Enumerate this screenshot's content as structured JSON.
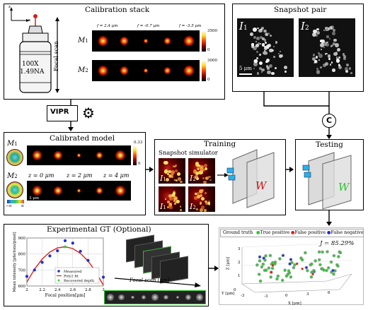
{
  "calibration": {
    "title": "Calibration stack",
    "objective_mag": "100X",
    "objective_na": "1.49NA",
    "focal_scan_label": "Focal scan",
    "axis_z": "z",
    "axis_x": "x",
    "f_labels": [
      "f = 2.4 μm",
      "f = -0.7 μm",
      "f = -3.5 μm"
    ],
    "m1": "M",
    "m1_sub": "1",
    "m2": "M",
    "m2_sub": "2",
    "cbar1_max": "3500",
    "cbar1_min": "0",
    "cbar2_max": "3000",
    "cbar2_min": "0"
  },
  "snapshot": {
    "title": "Snapshot pair",
    "i1": "I",
    "i1_sub": "1",
    "i2": "I",
    "i2_sub": "2",
    "scale": "5 μm"
  },
  "vipr_label": "VIPR",
  "combine_symbol": "C",
  "calibrated": {
    "title": "Calibrated model",
    "m1": "M",
    "m1_sub": "1",
    "m2": "M",
    "m2_sub": "2",
    "cbar_max": "0.33",
    "cbar_min": "0",
    "z_labels": [
      "z = 0 μm",
      "z = 2 μm",
      "z = 4 μm"
    ],
    "scale": "3 μm",
    "phase_min": "−π",
    "phase_max": "π"
  },
  "training": {
    "title": "Training",
    "simulator_label": "Snapshot simulator",
    "w_label": "W",
    "i1": "I",
    "i2": "I",
    "s1": "1",
    "s2": "2"
  },
  "testing": {
    "title": "Testing",
    "w_label": "W"
  },
  "gt": {
    "title": "Experimental GT (Optional)",
    "focal_scan_label": "Focal scan [μm]"
  },
  "results": {
    "legend": [
      "Ground truth",
      "True positive",
      "False positive",
      "False negative"
    ],
    "jaccard": "J = 85.29%",
    "z_label": "Z [μm]",
    "y_label": "Y [μm]",
    "x_label": "X [μm]",
    "z_ticks": [
      "3",
      "2",
      "1"
    ],
    "y_ticks": [
      "0",
      "-3"
    ],
    "x_ticks": [
      "-3",
      "0",
      "3",
      "6"
    ]
  },
  "colors": {
    "red_series": "#e0201a",
    "blue_points": "#1a2fd6",
    "green_points": "#34c23a",
    "w_red": "#d01010",
    "w_green": "#30c030"
  },
  "chart_data": {
    "type": "scatter",
    "title": "",
    "xlabel": "Focal position[μm]",
    "ylabel": "Mean intensity [photons/pixel]",
    "xlim": [
      2,
      3
    ],
    "ylim": [
      600,
      900
    ],
    "x_ticks": [
      "2",
      "2.2",
      "2.4",
      "2.6",
      "2.8",
      "3"
    ],
    "y_ticks": [
      "600",
      "700",
      "800",
      "900"
    ],
    "series": [
      {
        "name": "Measured",
        "x": [
          2.0,
          2.1,
          2.2,
          2.3,
          2.4,
          2.5,
          2.6,
          2.7,
          2.8,
          2.9,
          3.0
        ],
        "y": [
          660,
          700,
          748,
          788,
          820,
          883,
          868,
          817,
          760,
          700,
          655
        ]
      },
      {
        "name": "Poly2 fit",
        "x": [
          2.0,
          2.1,
          2.2,
          2.3,
          2.4,
          2.5,
          2.6,
          2.7,
          2.8,
          2.9,
          3.0
        ],
        "y": [
          625,
          705,
          768,
          812,
          838,
          845,
          834,
          804,
          756,
          690,
          605
        ]
      },
      {
        "name": "Recovered depth",
        "x": [
          2.5
        ],
        "y": [
          845
        ]
      }
    ]
  }
}
